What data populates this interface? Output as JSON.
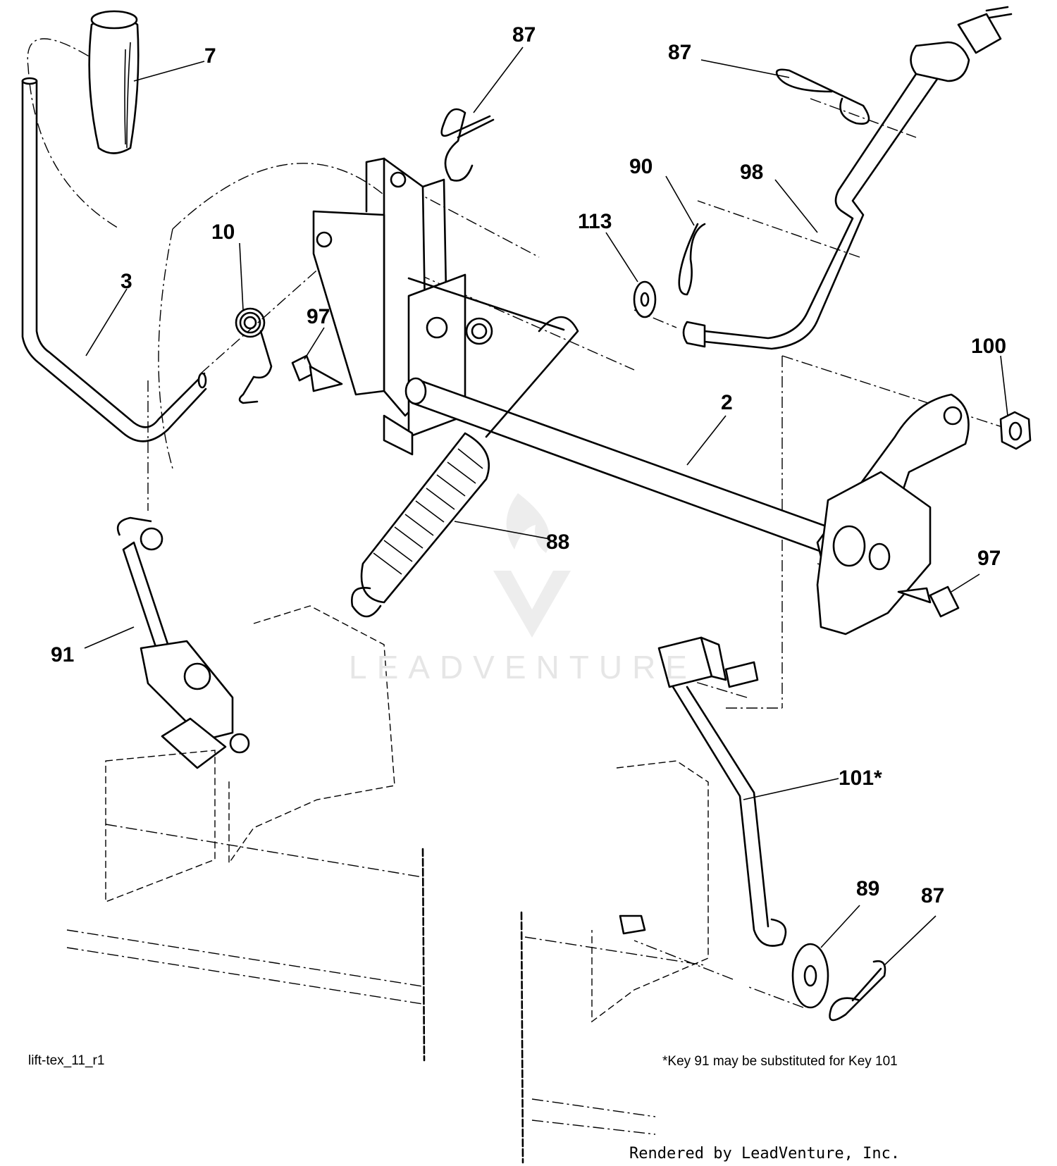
{
  "diagram_id": "lift-tex_11_r1",
  "footnote": "*Key 91 may be substituted for Key 101",
  "credit": "Rendered by LeadVenture, Inc.",
  "watermark": "LEADVENTURE",
  "callouts": {
    "c7": "7",
    "c87a": "87",
    "c87b": "87",
    "c87c": "87",
    "c3": "3",
    "c10": "10",
    "c97a": "97",
    "c97b": "97",
    "c113": "113",
    "c90": "90",
    "c98": "98",
    "c100": "100",
    "c2": "2",
    "c88": "88",
    "c91": "91",
    "c101": "101*",
    "c89": "89"
  }
}
